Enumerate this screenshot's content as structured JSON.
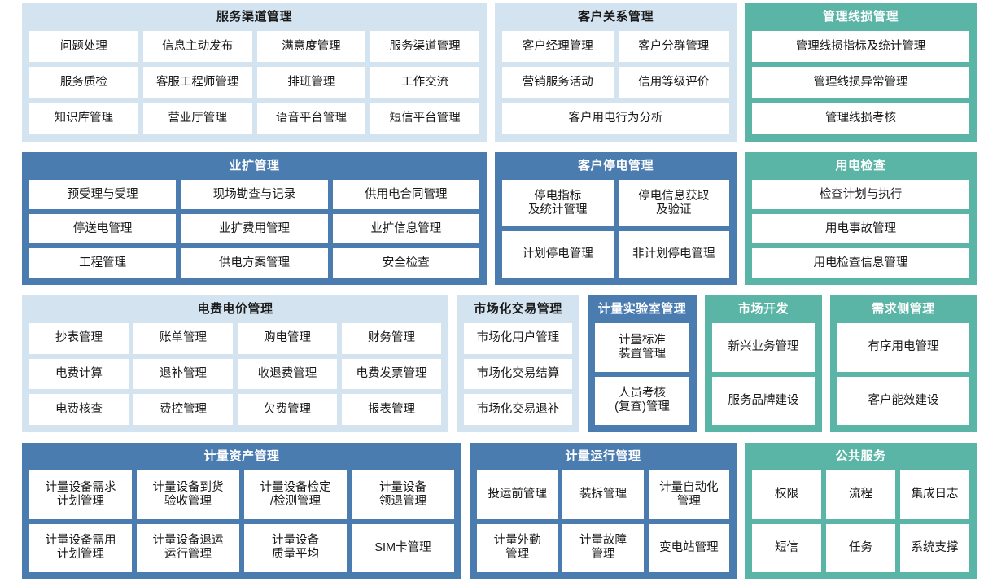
{
  "colors": {
    "light_blue": "#d3e3f0",
    "dark_blue": "#4a7cb0",
    "green": "#5ab5a6",
    "cell_bg": "#ffffff",
    "background": "#ffffff"
  },
  "rows": [
    {
      "panels": [
        {
          "id": "service-channel-management",
          "title": "服务渠道管理",
          "theme": "lightblue",
          "columns": 4,
          "cells": [
            "问题处理",
            "信息主动发布",
            "满意度管理",
            "服务渠道管理",
            "服务质检",
            "客服工程师管理",
            "排班管理",
            "工作交流",
            "知识库管理",
            "营业厅管理",
            "语音平台管理",
            "短信平台管理"
          ]
        },
        {
          "id": "customer-relationship-management",
          "title": "客户关系管理",
          "theme": "lightblue",
          "columns": 2,
          "cells": [
            "客户经理管理",
            "客户分群管理",
            "营销服务活动",
            "信用等级评价",
            "客户用电行为分析"
          ],
          "span_last": true
        },
        {
          "id": "management-line-loss",
          "title": "管理线损管理",
          "theme": "green",
          "columns": 1,
          "cells": [
            "管理线损指标及统计管理",
            "管理线损异常管理",
            "管理线损考核"
          ]
        }
      ]
    },
    {
      "panels": [
        {
          "id": "business-expansion-management",
          "title": "业扩管理",
          "theme": "darkblue",
          "columns": 3,
          "cells": [
            "预受理与受理",
            "现场勘查与记录",
            "供用电合同管理",
            "停送电管理",
            "业扩费用管理",
            "业扩信息管理",
            "工程管理",
            "供电方案管理",
            "安全检查"
          ]
        },
        {
          "id": "customer-outage-management",
          "title": "客户停电管理",
          "theme": "darkblue",
          "columns": 2,
          "tall": true,
          "cells": [
            "停电指标\n及统计管理",
            "停电信息获取\n及验证",
            "计划停电管理",
            "非计划停电管理"
          ]
        },
        {
          "id": "power-consumption-inspection",
          "title": "用电检查",
          "theme": "green",
          "columns": 1,
          "cells": [
            "检查计划与执行",
            "用电事故管理",
            "用电检查信息管理"
          ]
        }
      ]
    },
    {
      "panels": [
        {
          "id": "electricity-fee-price-management",
          "title": "电费电价管理",
          "theme": "lightblue",
          "columns": 4,
          "cells": [
            "抄表管理",
            "账单管理",
            "购电管理",
            "财务管理",
            "电费计算",
            "退补管理",
            "收退费管理",
            "电费发票管理",
            "电费核查",
            "费控管理",
            "欠费管理",
            "报表管理"
          ]
        },
        {
          "id": "market-transaction-management",
          "title": "市场化交易管理",
          "theme": "lightblue",
          "columns": 1,
          "cells": [
            "市场化用户管理",
            "市场化交易结算",
            "市场化交易退补"
          ]
        },
        {
          "id": "metering-laboratory-management",
          "title": "计量实验室管理",
          "theme": "darkblue",
          "columns": 1,
          "tall": true,
          "cells": [
            "计量标准\n装置管理",
            "人员考核\n(复查)管理"
          ]
        },
        {
          "id": "market-development",
          "title": "市场开发",
          "theme": "green",
          "columns": 1,
          "tall": true,
          "cells": [
            "新兴业务管理",
            "服务品牌建设"
          ]
        },
        {
          "id": "demand-side-management",
          "title": "需求侧管理",
          "theme": "green",
          "columns": 1,
          "tall": true,
          "cells": [
            "有序用电管理",
            "客户能效建设"
          ]
        }
      ]
    },
    {
      "panels": [
        {
          "id": "metering-asset-management",
          "title": "计量资产管理",
          "theme": "darkblue",
          "columns": 4,
          "tall": true,
          "cells": [
            "计量设备需求\n计划管理",
            "计量设备到货\n验收管理",
            "计量设备检定\n/检测管理",
            "计量设备\n领退管理",
            "计量设备需用\n计划管理",
            "计量设备退运\n运行管理",
            "计量设备\n质量平均",
            "SIM卡管理"
          ]
        },
        {
          "id": "metering-operation-management",
          "title": "计量运行管理",
          "theme": "darkblue",
          "columns": 3,
          "tall": true,
          "cells": [
            "投运前管理",
            "装拆管理",
            "计量自动化\n管理",
            "计量外勤\n管理",
            "计量故障\n管理",
            "变电站管理"
          ]
        },
        {
          "id": "public-service",
          "title": "公共服务",
          "theme": "green",
          "columns": 3,
          "tall": true,
          "cells": [
            "权限",
            "流程",
            "集成日志",
            "短信",
            "任务",
            "系统支撑"
          ]
        }
      ]
    }
  ]
}
